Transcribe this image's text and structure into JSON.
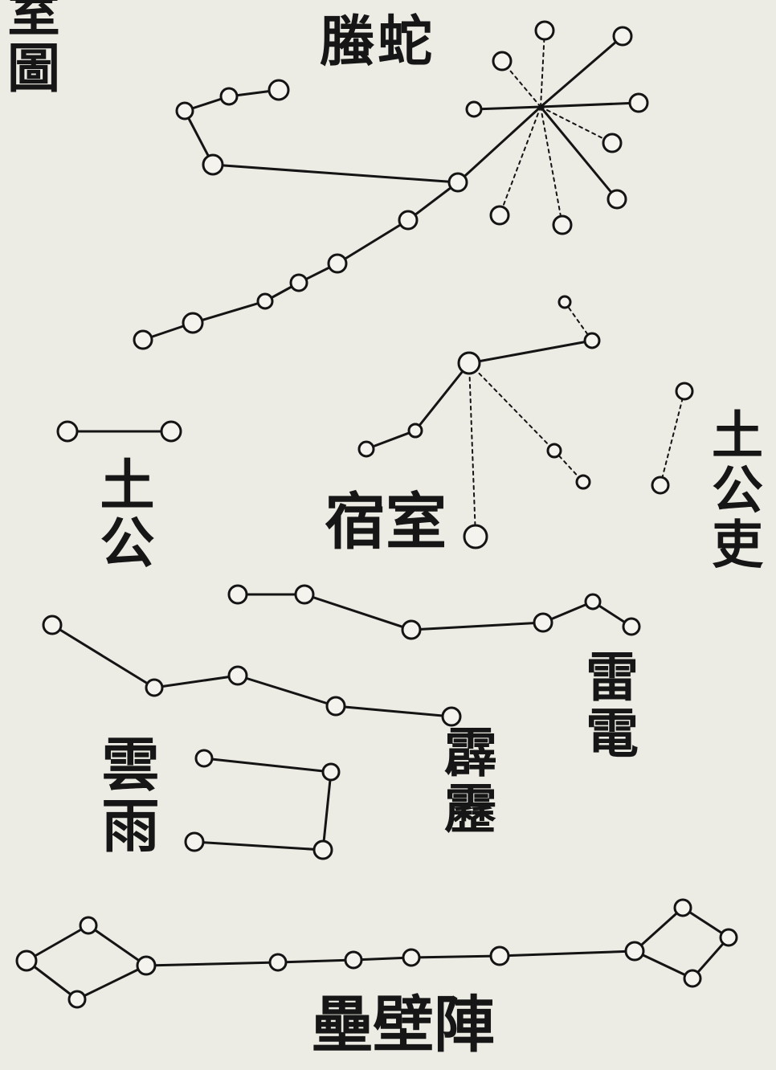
{
  "title": "室圖",
  "labels": {
    "tengshe": "螣蛇",
    "shixiu": "宿室",
    "tugong_left": "土公",
    "tugongli": "土公吏",
    "leidian": "雷電",
    "pili": "霹靂",
    "yunyu": "雲雨",
    "leibizhen": "壘壁陣"
  }
}
